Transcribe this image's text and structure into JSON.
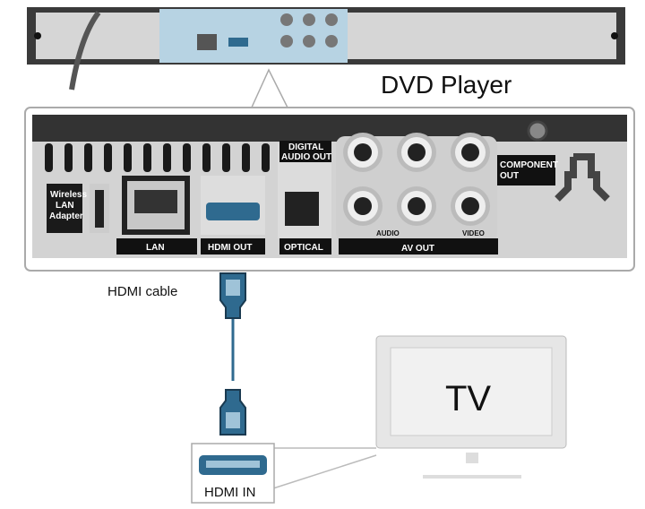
{
  "title": "DVD Player",
  "player_panel": {
    "wireless": [
      "Wireless",
      "LAN",
      "Adapter"
    ],
    "lan": "LAN",
    "hdmi_out": "HDMI OUT",
    "digital_audio": [
      "DIGITAL",
      "AUDIO OUT"
    ],
    "optical": "OPTICAL",
    "av_out": "AV OUT",
    "audio": "AUDIO",
    "video": "VIDEO",
    "component_out": [
      "COMPONENT",
      "OUT"
    ]
  },
  "cable_label": "HDMI cable",
  "tv_label": "TV",
  "hdmi_in": "HDMI IN",
  "colors": {
    "hdmi_blue": "#2f6a8f",
    "panel_gray": "#d8d8d8",
    "dark": "#2b2b2b"
  }
}
